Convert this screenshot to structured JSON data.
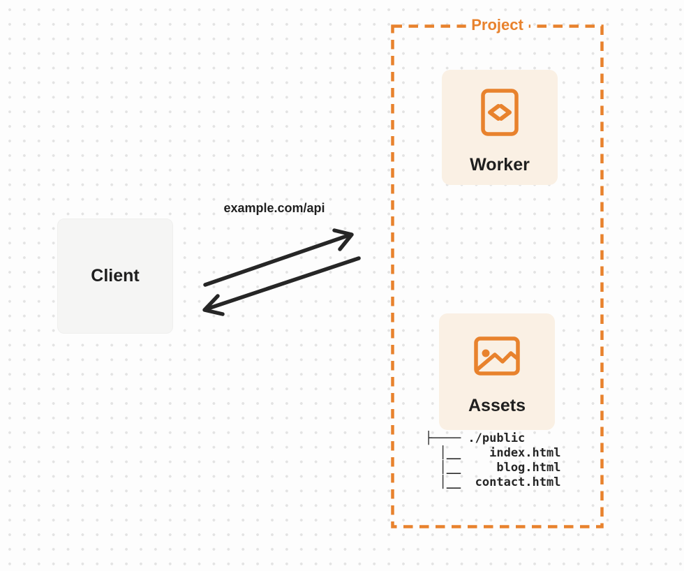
{
  "client": {
    "label": "Client"
  },
  "connection": {
    "label": "example.com/api"
  },
  "project": {
    "label": "Project",
    "worker": {
      "label": "Worker",
      "icon": "code-file-icon"
    },
    "assets": {
      "label": "Assets",
      "icon": "image-icon"
    },
    "file_tree": {
      "root": "./public",
      "files": [
        "index.html",
        "blog.html",
        "contact.html"
      ],
      "lines": [
        "├──── ./public",
        "  │__    index.html",
        "  │__     blog.html",
        "  │__  contact.html"
      ]
    }
  },
  "colors": {
    "accent": "#E8822D",
    "card_bg": "#FAF0E4",
    "client_bg": "#F5F5F4",
    "ink": "#1F1F1F",
    "arrow": "#262626"
  }
}
